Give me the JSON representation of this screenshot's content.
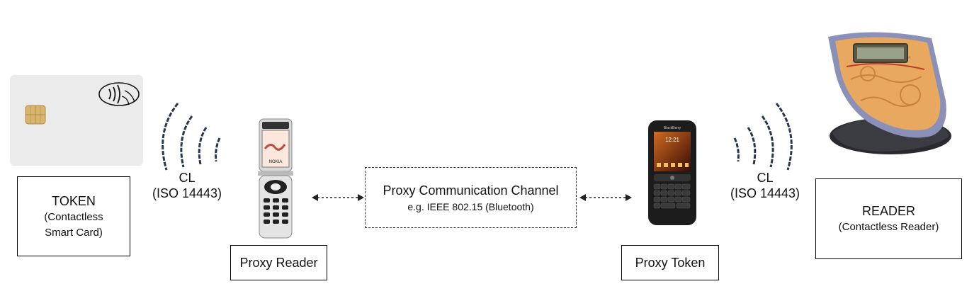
{
  "token": {
    "title": "TOKEN",
    "sub1": "(Contactless",
    "sub2": "Smart Card)"
  },
  "reader": {
    "title": "READER",
    "sub": "(Contactless Reader)"
  },
  "proxy_reader": {
    "label": "Proxy Reader"
  },
  "proxy_token": {
    "label": "Proxy Token"
  },
  "channel": {
    "title": "Proxy Communication Channel",
    "sub": "e.g. IEEE 802.15 (Bluetooth)"
  },
  "cl_left": {
    "line1": "CL",
    "line2": "(ISO 14443)"
  },
  "cl_right": {
    "line1": "CL",
    "line2": "(ISO 14443)"
  },
  "icons": {
    "card": "contactless-card-icon",
    "flip_phone": "flip-phone-icon",
    "smartphone": "smartphone-icon",
    "reader_device": "contactless-reader-device-icon",
    "waves": "radio-wave-icon"
  },
  "colors": {
    "waves": "#2a3550",
    "card": "#ececec",
    "reader_body": "#e8a860",
    "reader_frame": "#8a90b8"
  }
}
